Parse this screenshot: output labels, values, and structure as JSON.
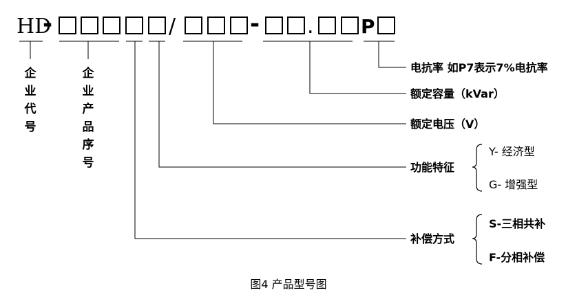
{
  "code": {
    "prefix": "HD",
    "dash": "-",
    "slash": "/",
    "dot": ".",
    "p": "P"
  },
  "labels": {
    "enterprise_code": "企业代号",
    "product_seq": "企业产品序号",
    "reactance": "电抗率 如P7表示7%电抗率",
    "capacity": "额定容量（kVar）",
    "voltage": "额定电压（V）",
    "function": "功能特征",
    "compensation": "补偿方式"
  },
  "options": {
    "function": [
      "Y- 经济型",
      "G- 增强型"
    ],
    "compensation": [
      "S-三相共补",
      "F-分相补偿"
    ]
  },
  "caption": "图4  产品型号图"
}
